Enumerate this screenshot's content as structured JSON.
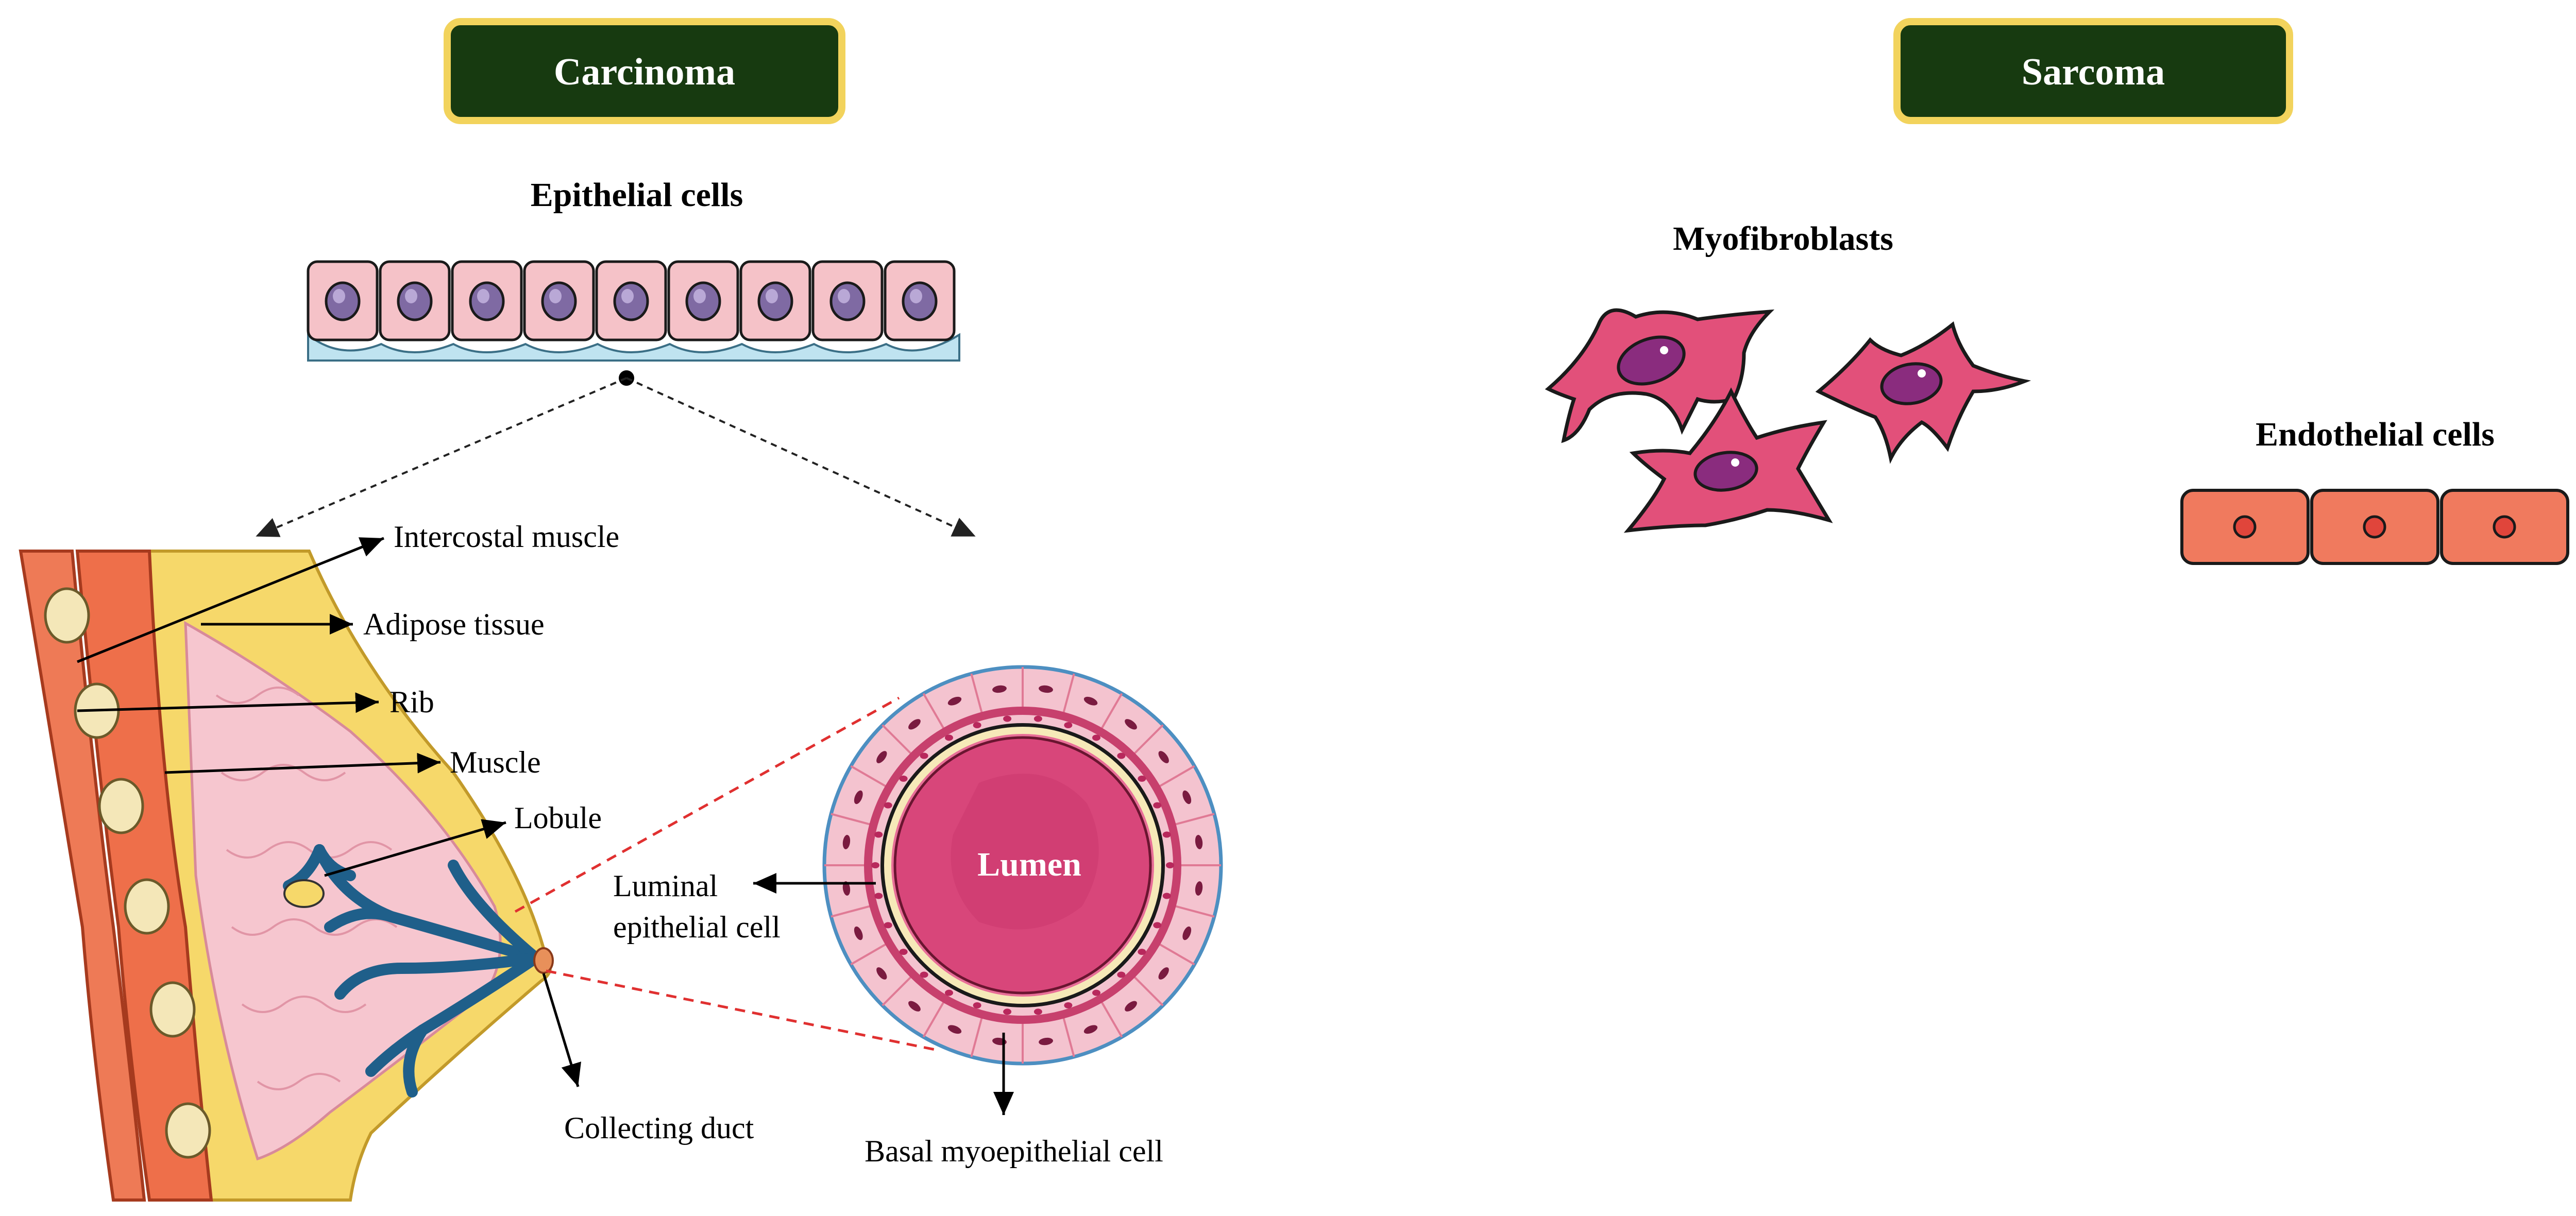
{
  "colors": {
    "badge_fill": "#173a10",
    "badge_border": "#f2d35c",
    "epithelial_cell": "#f5c2c8",
    "nucleus": "#7f6aa3",
    "basement": "#bfe3f0",
    "myofibroblast": "#e2507a",
    "myofibroblast_nucleus": "#8a2c7e",
    "endothelial_cell": "#f07a5e",
    "endothelial_nucleus": "#e0453b",
    "duct": "#1f5f8a",
    "lumen": "#d8467a",
    "guide_line": "#e03030"
  },
  "carcinoma": {
    "badge": "Carcinoma",
    "epithelial_title": "Epithelial cells",
    "breast_labels": {
      "intercostal_muscle": "Intercostal muscle",
      "adipose_tissue": "Adipose tissue",
      "rib": "Rib",
      "muscle": "Muscle",
      "lobule": "Lobule",
      "collecting_duct": "Collecting duct"
    },
    "duct_labels": {
      "lumen": "Lumen",
      "luminal_line1": "Luminal",
      "luminal_line2": "epithelial cell",
      "basal": "Basal myoepithelial cell"
    }
  },
  "sarcoma": {
    "badge": "Sarcoma",
    "myofibroblasts_title": "Myofibroblasts",
    "endothelial_title": "Endothelial cells"
  }
}
